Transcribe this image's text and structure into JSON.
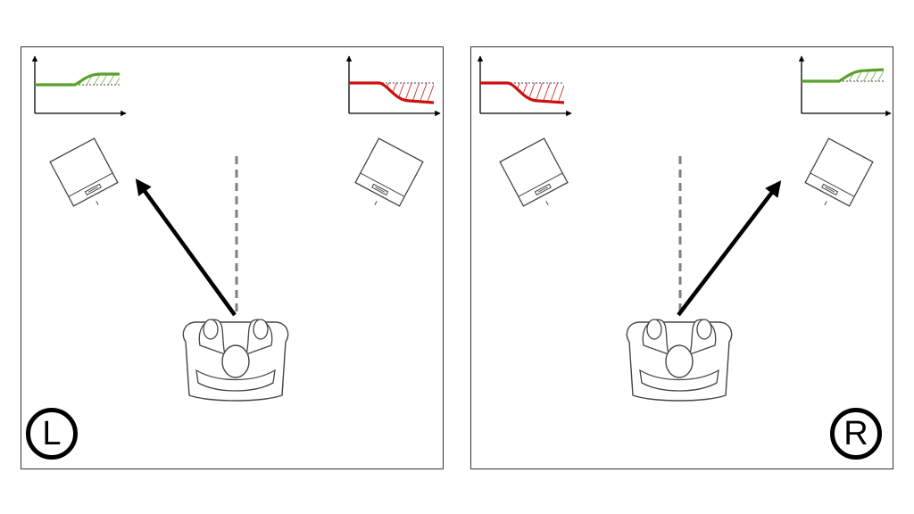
{
  "colors": {
    "boost_curve": "#5aa02c",
    "cut_curve": "#cc1111",
    "arrow": "#000000",
    "center_line": "#7f7f7f",
    "outline": "#333333"
  },
  "icons": {
    "speaker": "speaker-icon",
    "listener": "listener-in-armchair-icon",
    "direction_arrow": "head-direction-arrow-icon"
  },
  "panels": [
    {
      "label": "L",
      "head_turn": "left",
      "left_speaker_response": "boost",
      "right_speaker_response": "cut"
    },
    {
      "label": "R",
      "head_turn": "right",
      "left_speaker_response": "cut",
      "right_speaker_response": "boost"
    }
  ]
}
